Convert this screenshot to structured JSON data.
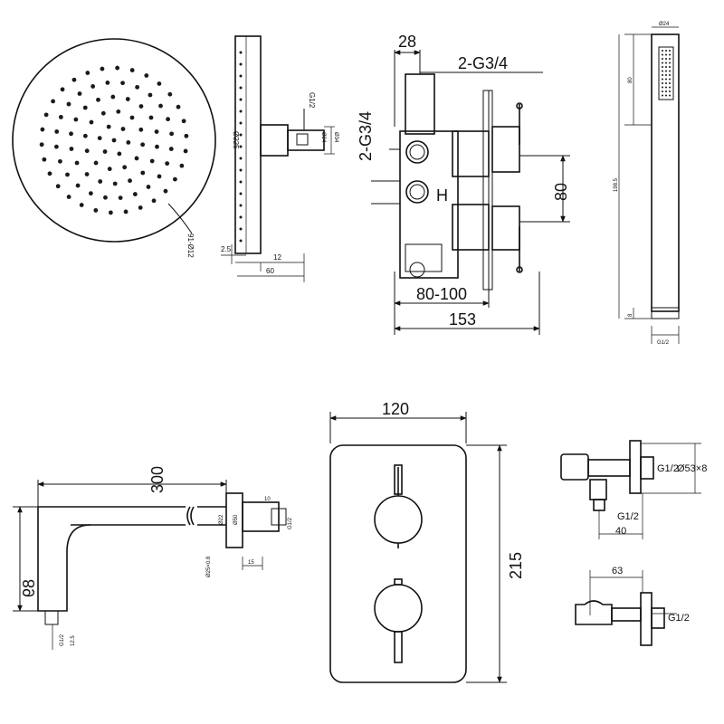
{
  "shower_head": {
    "nozzle_label": "91-Ø12",
    "diameter_label": "Ø225",
    "thread_label": "G1/2",
    "d34_label": "Ø34",
    "d24_label": "Ø24",
    "dim_25": "2.5",
    "dim_12": "12",
    "dim_60": "60"
  },
  "valve_side": {
    "dim_28": "28",
    "outlets_label": "2-G3/4",
    "inlets_label": "2-G3/4",
    "dim_80": "80",
    "dim_depth": "80-100",
    "dim_153": "153",
    "hot_mark": "H"
  },
  "hand_shower": {
    "dia_label": "Ø24",
    "dim_80": "80",
    "dim_length": "198.5",
    "dim_8": "8",
    "thread_label": "G1/2"
  },
  "shower_arm": {
    "dim_300": "300",
    "dim_89": "89",
    "dim_d22": "Ø22",
    "dim_10": "10",
    "dim_d50": "Ø50",
    "thread_label": "G1/2",
    "dim_15": "15",
    "dim_d25": "Ø25×0.8",
    "dim_125": "12.5",
    "outlet_label": "G1/2"
  },
  "valve_front": {
    "dim_width": "120",
    "dim_height": "215"
  },
  "wall_outlet_a": {
    "thread_label": "G1/2",
    "dia_label": "Ø53×8",
    "outlet_label": "G1/2",
    "dim_40": "40"
  },
  "wall_outlet_b": {
    "dim_63": "63",
    "thread_label": "G1/2"
  }
}
